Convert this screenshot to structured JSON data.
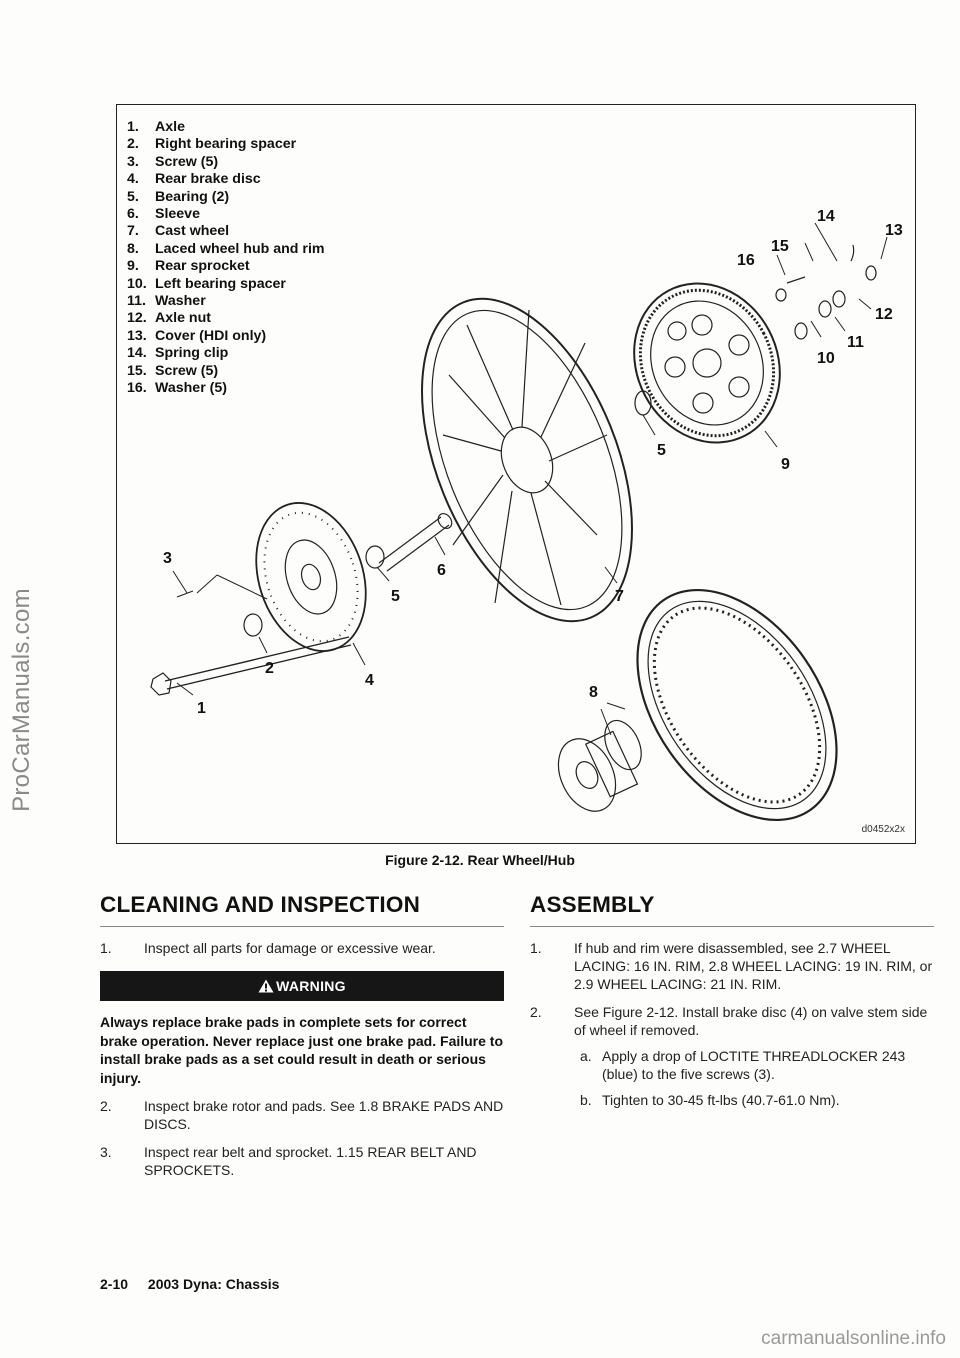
{
  "watermark_side": "ProCarManuals.com",
  "watermark_bottom": "carmanualsonline.info",
  "figure": {
    "legend": [
      {
        "num": "1.",
        "label": "Axle"
      },
      {
        "num": "2.",
        "label": "Right bearing spacer"
      },
      {
        "num": "3.",
        "label": "Screw (5)"
      },
      {
        "num": "4.",
        "label": "Rear brake disc"
      },
      {
        "num": "5.",
        "label": "Bearing (2)"
      },
      {
        "num": "6.",
        "label": "Sleeve"
      },
      {
        "num": "7.",
        "label": "Cast wheel"
      },
      {
        "num": "8.",
        "label": "Laced wheel hub and rim"
      },
      {
        "num": "9.",
        "label": "Rear sprocket"
      },
      {
        "num": "10.",
        "label": "Left bearing spacer"
      },
      {
        "num": "11.",
        "label": "Washer"
      },
      {
        "num": "12.",
        "label": "Axle nut"
      },
      {
        "num": "13.",
        "label": "Cover (HDI only)"
      },
      {
        "num": "14.",
        "label": "Spring clip"
      },
      {
        "num": "15.",
        "label": "Screw (5)"
      },
      {
        "num": "16.",
        "label": "Washer (5)"
      }
    ],
    "callouts": [
      "1",
      "2",
      "3",
      "4",
      "5",
      "5",
      "6",
      "7",
      "8",
      "9",
      "10",
      "11",
      "12",
      "13",
      "14",
      "15",
      "16"
    ],
    "drawing_id": "d0452x2x",
    "caption": "Figure 2-12. Rear Wheel/Hub"
  },
  "cleaning": {
    "title": "CLEANING AND INSPECTION",
    "step1_num": "1.",
    "step1": "Inspect all parts for damage or excessive wear.",
    "warning_label": "WARNING",
    "warning_text": "Always replace brake pads in complete sets for correct brake operation. Never replace just one brake pad. Failure to install brake pads as a set could result in death or serious injury.",
    "step2_num": "2.",
    "step2": "Inspect brake rotor and pads. See 1.8 BRAKE PADS AND DISCS.",
    "step3_num": "3.",
    "step3": "Inspect rear belt and sprocket. 1.15 REAR BELT AND SPROCKETS."
  },
  "assembly": {
    "title": "ASSEMBLY",
    "step1_num": "1.",
    "step1": "If hub and rim were disassembled, see 2.7 WHEEL LACING: 16 IN. RIM, 2.8 WHEEL LACING: 19 IN. RIM, or 2.9 WHEEL LACING: 21 IN. RIM.",
    "step2_num": "2.",
    "step2": "See Figure 2-12. Install brake disc (4) on valve stem side of wheel if removed.",
    "sub_a_num": "a.",
    "sub_a": "Apply a drop of LOCTITE THREADLOCKER 243 (blue) to the five screws (3).",
    "sub_b_num": "b.",
    "sub_b": "Tighten to 30-45 ft-lbs (40.7-61.0 Nm)."
  },
  "footer": {
    "page": "2-10",
    "title": "2003 Dyna: Chassis"
  }
}
